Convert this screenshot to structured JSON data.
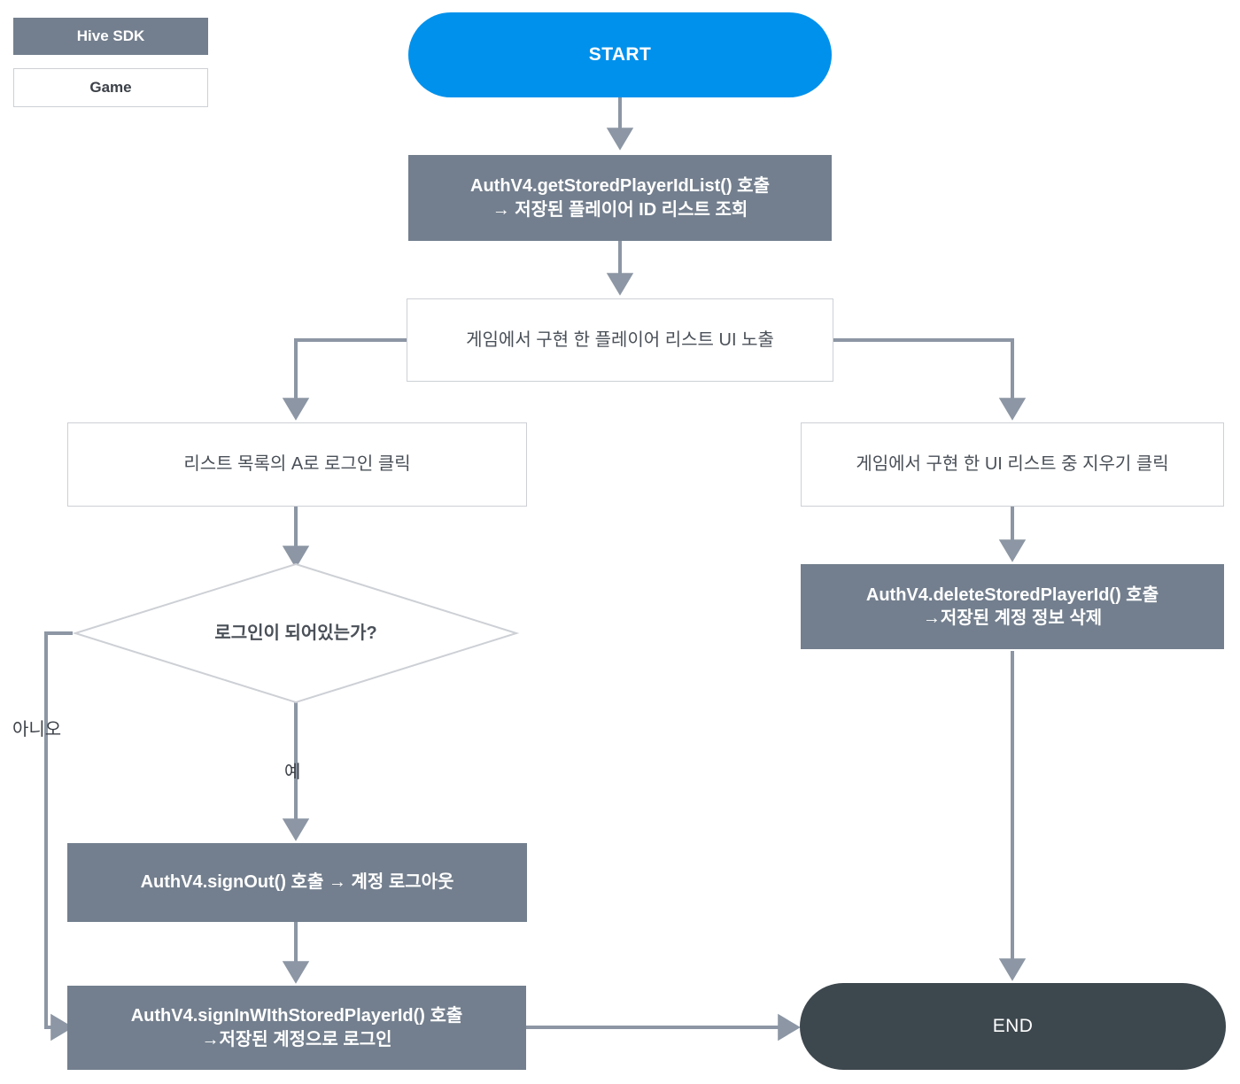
{
  "diagram": {
    "title": "Hive SDK Auth V4 stored-player-id flow",
    "colors": {
      "start_fill": "#0091ec",
      "end_fill": "#3d474e",
      "sdk_fill": "#737f8e",
      "game_fill": "#ffffff",
      "game_border": "#cdd0d5",
      "edge_stroke": "#8c96a4",
      "decision_border": "#cdd0d5",
      "text_dark": "#4a5058",
      "text_light": "#ffffff"
    }
  },
  "legend": {
    "items": [
      {
        "label": "Hive SDK",
        "style": "sdk"
      },
      {
        "label": "Game",
        "style": "game"
      }
    ]
  },
  "nodes": {
    "start": {
      "label": "START",
      "type": "terminal"
    },
    "get_stored_list": {
      "label": "AuthV4.getStoredPlayerIdList() 호출\n→ 저장된 플레이어 ID 리스트 조회",
      "type": "process",
      "owner": "Hive SDK"
    },
    "show_list_ui": {
      "label": "게임에서 구현 한 플레이어 리스트 UI 노출",
      "type": "process",
      "owner": "Game"
    },
    "click_login_a": {
      "label": "리스트 목록의 A로 로그인 클릭",
      "type": "process",
      "owner": "Game"
    },
    "click_delete": {
      "label": "게임에서 구현 한 UI 리스트 중 지우기 클릭",
      "type": "process",
      "owner": "Game"
    },
    "is_logged_in": {
      "label": "로그인이 되어있는가?",
      "type": "decision",
      "owner": "Game"
    },
    "sign_out": {
      "label": "AuthV4.signOut() 호출 → 계정 로그아웃",
      "type": "process",
      "owner": "Hive SDK"
    },
    "sign_in_stored": {
      "label": "AuthV4.signInWIthStoredPlayerId() 호출\n→저장된 계정으로 로그인",
      "type": "process",
      "owner": "Hive SDK"
    },
    "delete_stored": {
      "label": "AuthV4.deleteStoredPlayerId() 호출\n→저장된 계정 정보 삭제",
      "type": "process",
      "owner": "Hive SDK"
    },
    "end": {
      "label": "END",
      "type": "terminal"
    }
  },
  "edge_labels": {
    "no": "아니오",
    "yes": "예"
  },
  "edges": [
    {
      "from": "start",
      "to": "get_stored_list",
      "label": ""
    },
    {
      "from": "get_stored_list",
      "to": "show_list_ui",
      "label": ""
    },
    {
      "from": "show_list_ui",
      "to": "click_login_a",
      "label": ""
    },
    {
      "from": "show_list_ui",
      "to": "click_delete",
      "label": ""
    },
    {
      "from": "click_login_a",
      "to": "is_logged_in",
      "label": ""
    },
    {
      "from": "is_logged_in",
      "to": "sign_out",
      "label": "예"
    },
    {
      "from": "is_logged_in",
      "to": "sign_in_stored",
      "label": "아니오"
    },
    {
      "from": "sign_out",
      "to": "sign_in_stored",
      "label": ""
    },
    {
      "from": "sign_in_stored",
      "to": "end",
      "label": ""
    },
    {
      "from": "click_delete",
      "to": "delete_stored",
      "label": ""
    },
    {
      "from": "delete_stored",
      "to": "end",
      "label": ""
    }
  ]
}
